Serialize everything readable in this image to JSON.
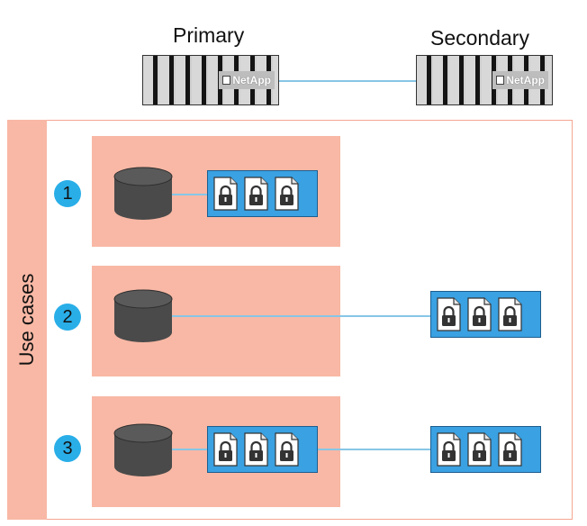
{
  "sites": {
    "primary": {
      "label": "Primary",
      "brand": "NetApp"
    },
    "secondary": {
      "label": "Secondary",
      "brand": "NetApp"
    }
  },
  "side_label": "Use cases",
  "use_cases": [
    {
      "number": "1",
      "location": "primary"
    },
    {
      "number": "2",
      "location": "secondary"
    },
    {
      "number": "3",
      "location": "both"
    }
  ],
  "colors": {
    "panel": "#f8b8a5",
    "frame": "#f4a591",
    "badge": "#29aee8",
    "snapshot_box": "#3aa1e2",
    "link": "#87c6e6",
    "volume": "#4a4a4a"
  },
  "icons": [
    "database-volume-icon",
    "locked-file-icon",
    "storage-array-icon"
  ]
}
